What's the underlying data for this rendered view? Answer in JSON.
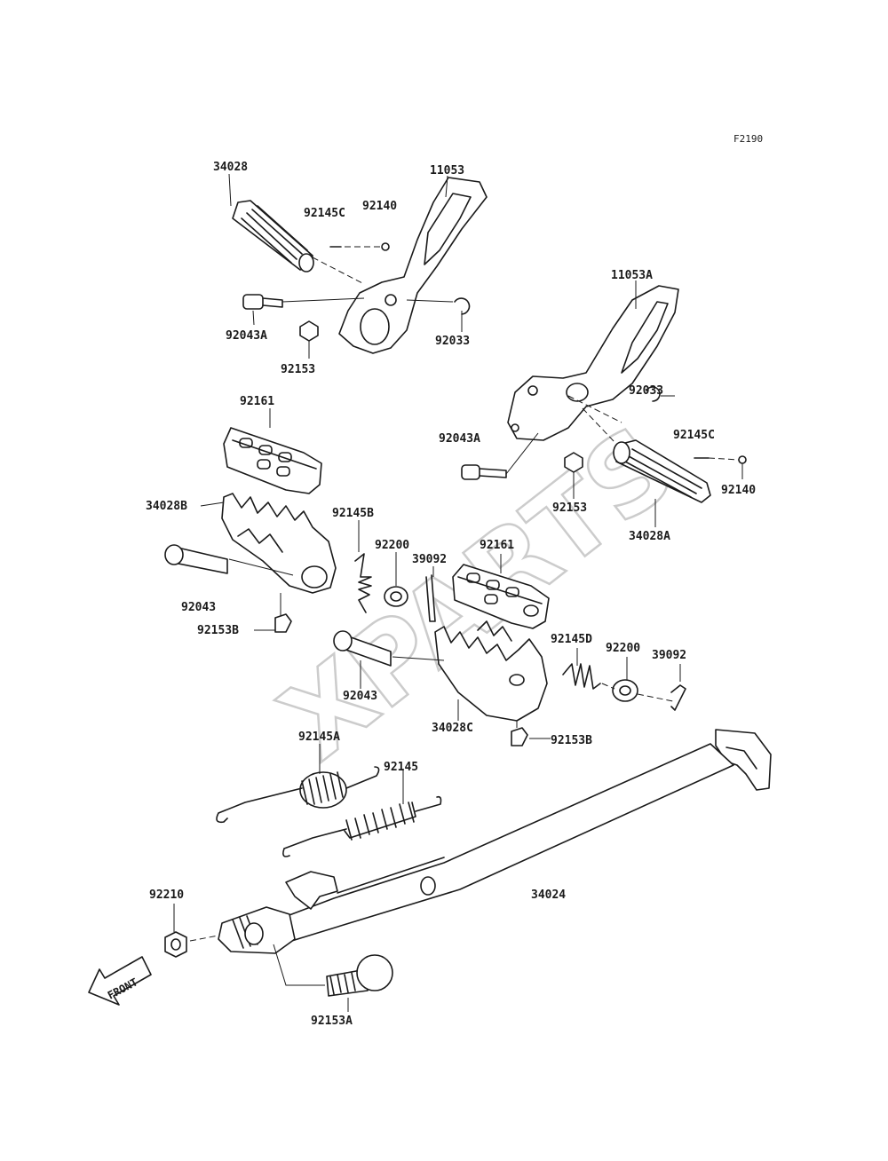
{
  "figure_code": "F2190",
  "watermark": "XPARTS",
  "front_label": "FRONT",
  "parts": [
    "34028",
    "11053",
    "92145C",
    "92140",
    "92043A",
    "92033",
    "92153",
    "11053A",
    "92033",
    "92043A",
    "92145C",
    "92153",
    "92140",
    "34028A",
    "92161",
    "34028B",
    "92145B",
    "92200",
    "39092",
    "92161",
    "92043",
    "92153B",
    "92043",
    "92145D",
    "92200",
    "39092",
    "34028C",
    "92153B",
    "92145A",
    "92145",
    "92210",
    "34024",
    "92153A"
  ]
}
